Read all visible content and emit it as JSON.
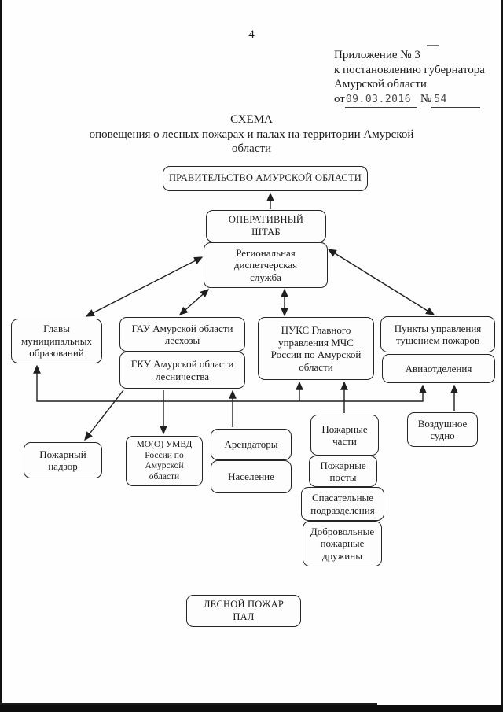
{
  "page": {
    "page_number": "4",
    "appendix": {
      "line1": "Приложение № 3",
      "line2": "к постановлению губернатора",
      "line3": "Амурской области",
      "date_prefix": "от",
      "date_value": "09.03.2016",
      "number_sign": "№",
      "number_value": "54"
    },
    "title": {
      "line1": "СХЕМА",
      "line2": "оповещения о лесных пожарах и палах на территории Амурской",
      "line3": "области"
    }
  },
  "diagram": {
    "nodes": {
      "government": {
        "label": "ПРАВИТЕЛЬСТВО АМУРСКОЙ ОБЛАСТИ"
      },
      "shtab": {
        "label": "ОПЕРАТИВНЫЙ\nШТАБ"
      },
      "rds": {
        "label": "Региональная\nдиспетчерская\nслужба"
      },
      "glavy": {
        "label": "Главы\nмуниципальных\nобразований"
      },
      "gau": {
        "label": "ГАУ Амурской области\nлесхозы"
      },
      "gku": {
        "label": "ГКУ Амурской области\nлесничества"
      },
      "cuks": {
        "label": "ЦУКС Главного\nуправления МЧС\nРоссии по Амурской\nобласти"
      },
      "punkty": {
        "label": "Пункты управления\nтушением пожаров"
      },
      "avia": {
        "label": "Авиаотделения"
      },
      "nadzor": {
        "label": "Пожарный\nнадзор"
      },
      "mvd": {
        "label": "МО(О) УМВД\nРоссии по\nАмурской\nобласти"
      },
      "arendatory": {
        "label": "Арендаторы"
      },
      "naselenie": {
        "label": "Население"
      },
      "chasti": {
        "label": "Пожарные\nчасти"
      },
      "posty": {
        "label": "Пожарные\nпосты"
      },
      "spas": {
        "label": "Спасательные\nподразделения"
      },
      "dobrov": {
        "label": "Добровольные\nпожарные\nдружины"
      },
      "sudno": {
        "label": "Воздушное\nсудно"
      },
      "fire": {
        "label": "ЛЕСНОЙ ПОЖАР\nПАЛ"
      }
    }
  },
  "colors": {
    "ink": "#1b1b1b",
    "paper": "#fefefe"
  }
}
